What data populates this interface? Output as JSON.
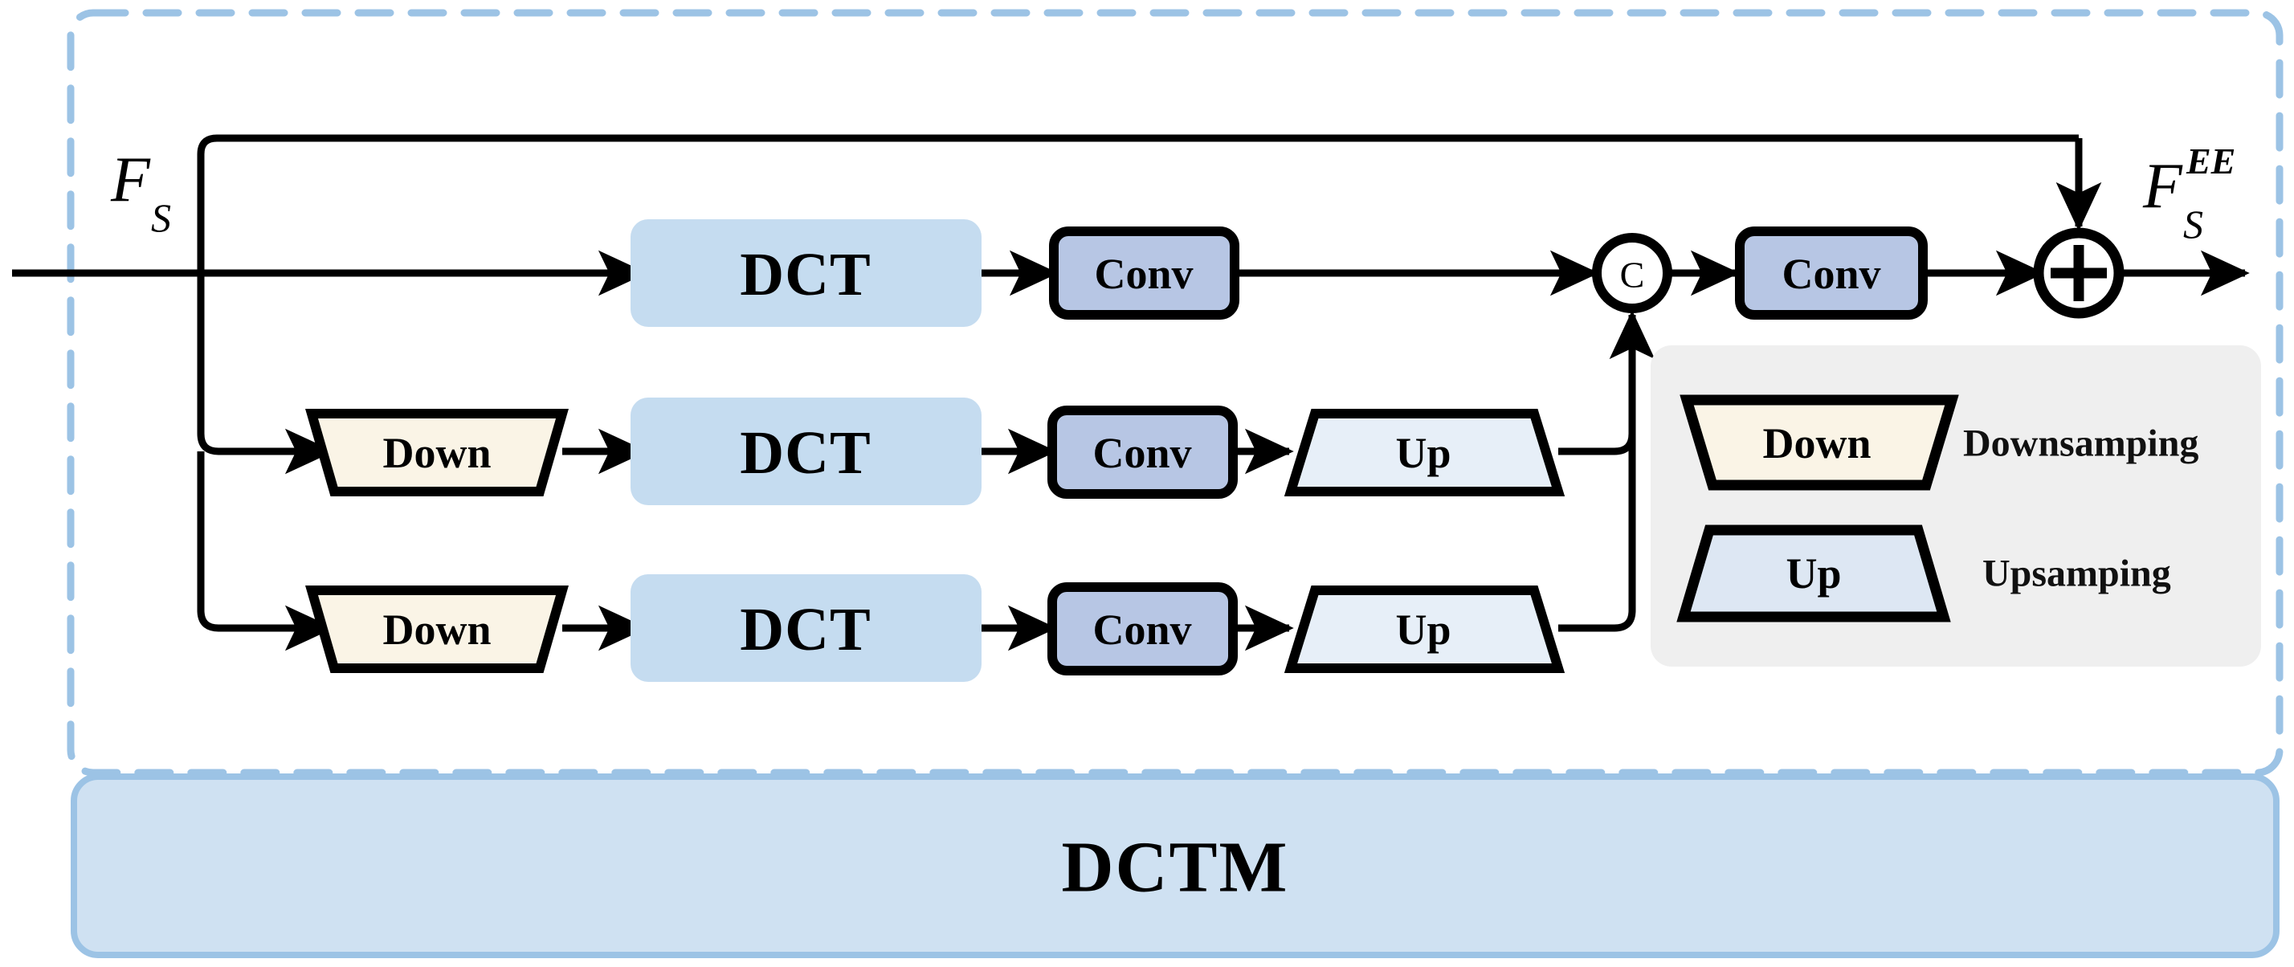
{
  "diagram": {
    "title": "DCTM",
    "module_label": "DCTM",
    "input_label": {
      "base": "F",
      "sub": "S"
    },
    "output_label": {
      "base": "F",
      "sub": "S",
      "sup": "EE"
    },
    "operators": {
      "concat": "C",
      "add": "+"
    },
    "rows": [
      {
        "name": "row-full-resolution",
        "blocks": [
          {
            "type": "dct",
            "label": "DCT"
          },
          {
            "type": "conv",
            "label": "Conv"
          }
        ]
      },
      {
        "name": "row-half-resolution",
        "blocks": [
          {
            "type": "down",
            "label": "Down"
          },
          {
            "type": "dct",
            "label": "DCT"
          },
          {
            "type": "conv",
            "label": "Conv"
          },
          {
            "type": "up",
            "label": "Up"
          }
        ]
      },
      {
        "name": "row-quarter-resolution",
        "blocks": [
          {
            "type": "down",
            "label": "Down"
          },
          {
            "type": "dct",
            "label": "DCT"
          },
          {
            "type": "conv",
            "label": "Conv"
          },
          {
            "type": "up",
            "label": "Up"
          }
        ]
      }
    ],
    "tail_block": {
      "type": "conv",
      "label": "Conv"
    },
    "legend": {
      "items": [
        {
          "shape": "down-trapezoid",
          "shape_label": "Down",
          "description": "Downsamping"
        },
        {
          "shape": "up-trapezoid",
          "shape_label": "Up",
          "description": "Upsamping"
        }
      ]
    },
    "colors": {
      "dashed_border": "#9CC3E5",
      "dct_fill": "#C5DCF0",
      "conv_fill": "#B7C6E4",
      "down_fill": "#FAF4E6",
      "up_fill": "#E7EFF8",
      "legend_bg": "#EFEFEF",
      "dctm_fill": "#CFE1F2",
      "dctm_border": "#9CC3E5",
      "line": "#000000"
    }
  }
}
